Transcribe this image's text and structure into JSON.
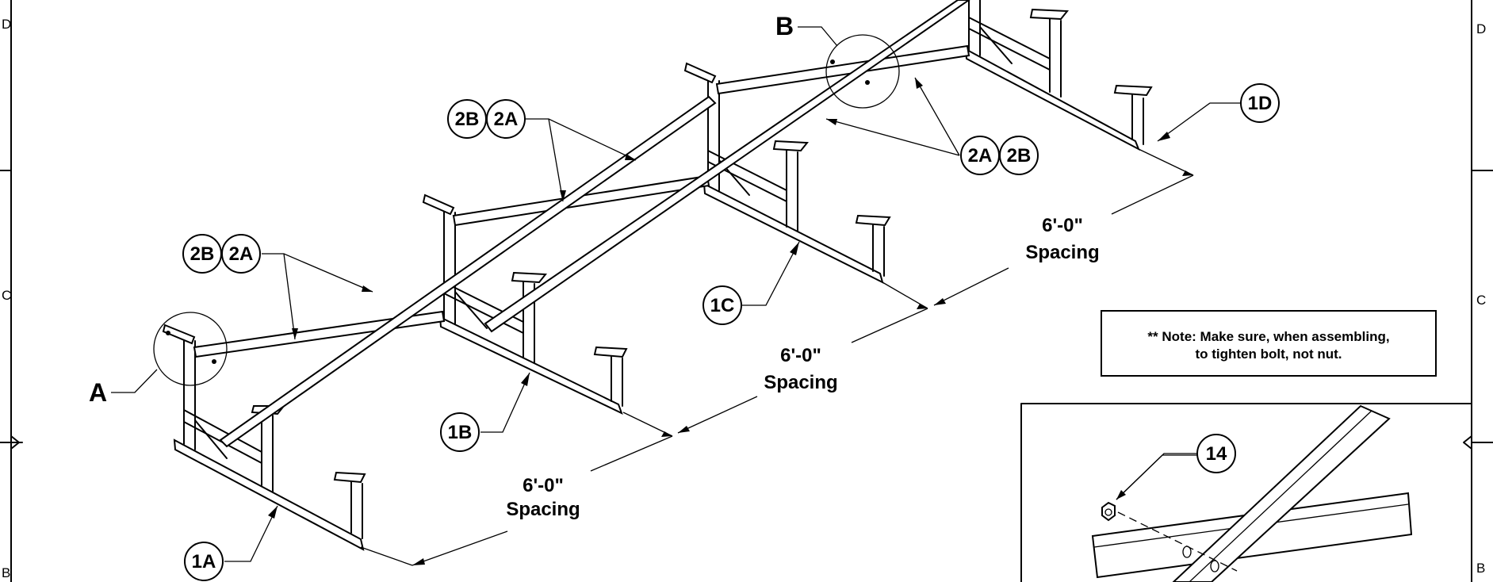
{
  "zones": {
    "left": [
      "D",
      "C",
      "B"
    ],
    "right": [
      "D",
      "C",
      "B"
    ]
  },
  "details": {
    "a": "A",
    "b": "B"
  },
  "balloons": {
    "b1a": "1A",
    "b1b": "1B",
    "b1c": "1C",
    "b1d": "1D",
    "b2b_left": "2B",
    "b2a_left": "2A",
    "b2b_mid": "2B",
    "b2a_mid": "2A",
    "b2a_right": "2A",
    "b2b_right": "2B",
    "b14": "14"
  },
  "dimensions": [
    {
      "value": "6'-0\"",
      "label": "Spacing"
    },
    {
      "value": "6'-0\"",
      "label": "Spacing"
    },
    {
      "value": "6'-0\"",
      "label": "Spacing"
    }
  ],
  "note": {
    "line1": "** Note:  Make sure, when assembling,",
    "line2": "to tighten bolt, not nut."
  }
}
